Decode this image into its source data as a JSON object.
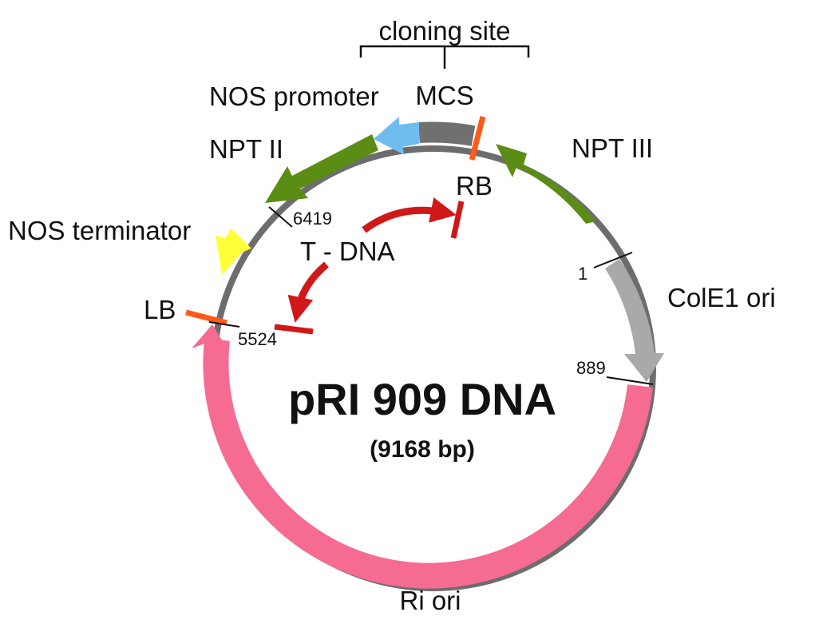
{
  "title": "pRI 909 DNA",
  "size": "(9168 bp)",
  "labels": {
    "cloning_site": "cloning site",
    "mcs": "MCS",
    "nos_promoter": "NOS promoter",
    "npt2": "NPT II",
    "npt3": "NPT III",
    "rb": "RB",
    "nos_terminator": "NOS terminator",
    "t_dna": "T - DNA",
    "lb": "LB",
    "cole1": "ColE1 ori",
    "ri_ori": "Ri ori"
  },
  "positions": {
    "p1": "1",
    "p889": "889",
    "p5524": "5524",
    "p6419": "6419"
  },
  "colors": {
    "backbone": "#6d6d6d",
    "npt": "#5b8c14",
    "nos_promoter": "#6fbdf0",
    "mcs": "#707070",
    "border_mark": "#ff5a1a",
    "nos_terminator": "#ffff3a",
    "cole1": "#a9a9a9",
    "ri_ori": "#f56b91",
    "t_dna_arrow": "#d01818"
  }
}
